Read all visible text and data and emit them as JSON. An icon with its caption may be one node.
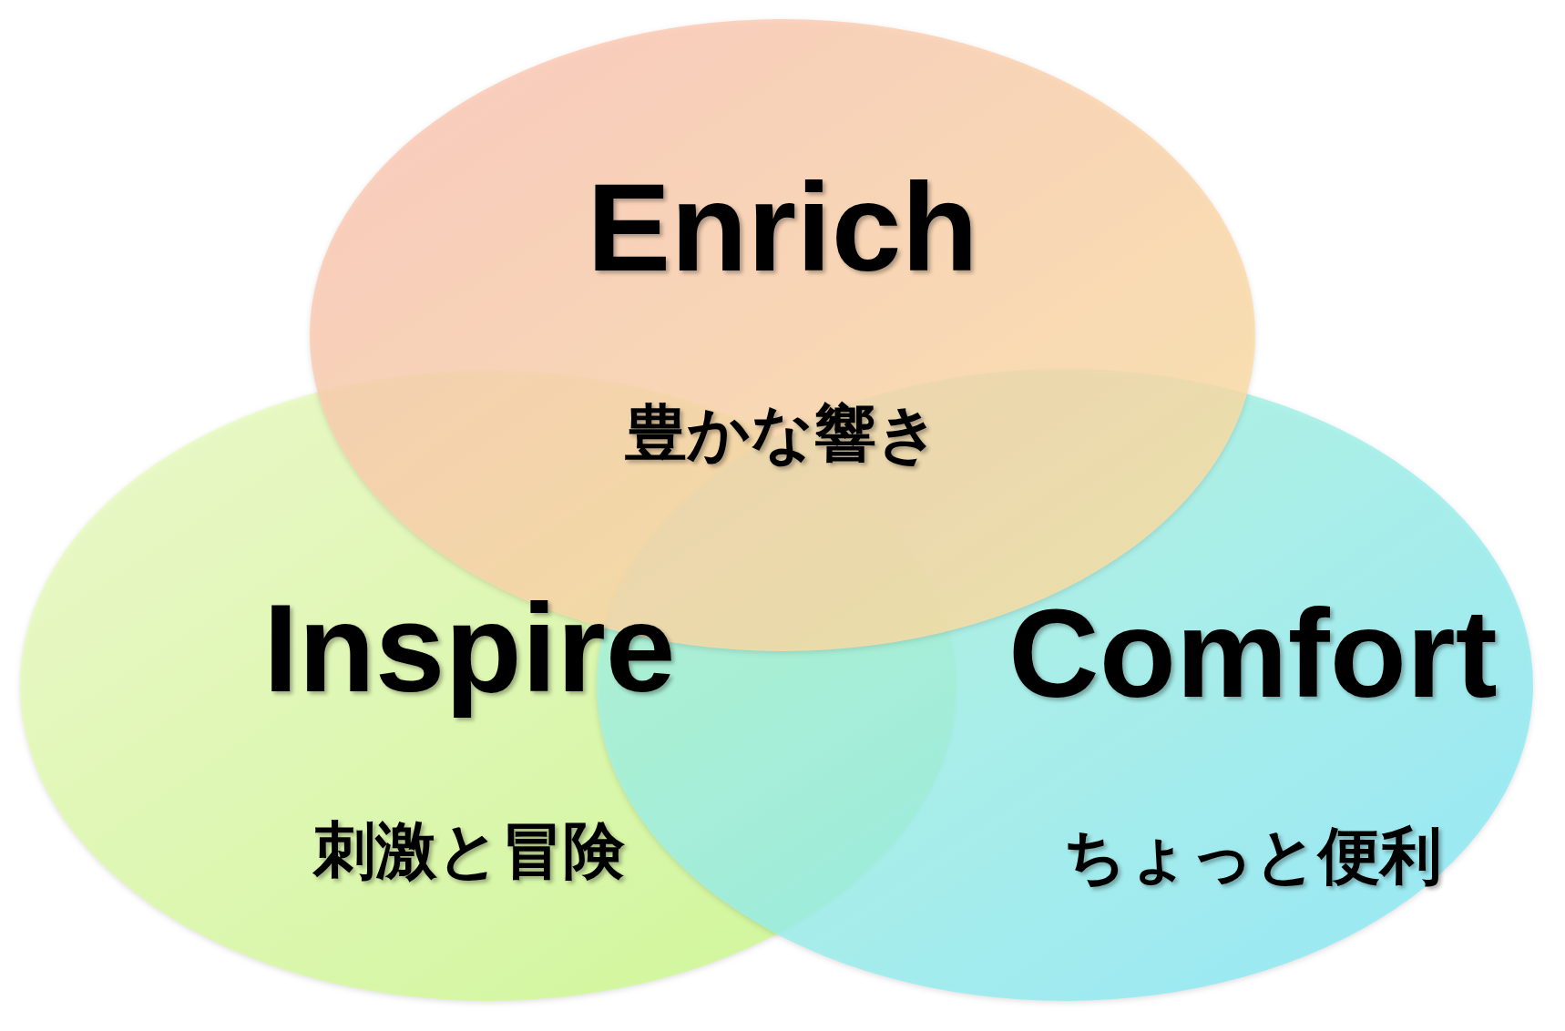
{
  "diagram": {
    "nodes": [
      {
        "text": [
          "Enrich",
          "豊かな響き"
        ]
      },
      {
        "text": [
          "Inspire",
          "刺激と冒険"
        ]
      },
      {
        "text": [
          "Comfort",
          "ちょっと便利"
        ]
      }
    ]
  }
}
